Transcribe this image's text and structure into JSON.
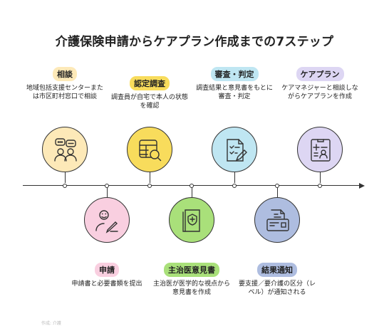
{
  "title": "介護保険申請からケアプラン作成までの7ステップ",
  "steps": [
    {
      "label": "相談",
      "desc": "地域包括支援センターまたは市区町村窓口で相談",
      "color": "#fde9b8",
      "icon": "people-chat-icon"
    },
    {
      "label": "申請",
      "desc": "申請書と必要書類を提出",
      "color": "#f9cfe0",
      "icon": "person-writing-icon"
    },
    {
      "label": "認定調査",
      "desc": "調査員が自宅で本人の状態を確認",
      "color": "#f8dc5c",
      "icon": "form-magnifier-icon"
    },
    {
      "label": "主治医意見書",
      "desc": "主治医が医学的な視点から意見書を作成",
      "color": "#a9e07a",
      "icon": "medical-document-icon"
    },
    {
      "label": "審査・判定",
      "desc": "調査結果と意見書をもとに審査・判定",
      "color": "#bfe6f2",
      "icon": "checklist-pen-icon"
    },
    {
      "label": "結果通知",
      "desc": "要支援／要介護の区分（レベル）が通知される",
      "color": "#aebde0",
      "icon": "mail-document-icon"
    },
    {
      "label": "ケアプラン",
      "desc": "ケアマネジャーと相談しながらケアプランを作成",
      "color": "#ddd6f3",
      "icon": "care-plan-icon"
    }
  ],
  "footnote": "作成: 介護"
}
